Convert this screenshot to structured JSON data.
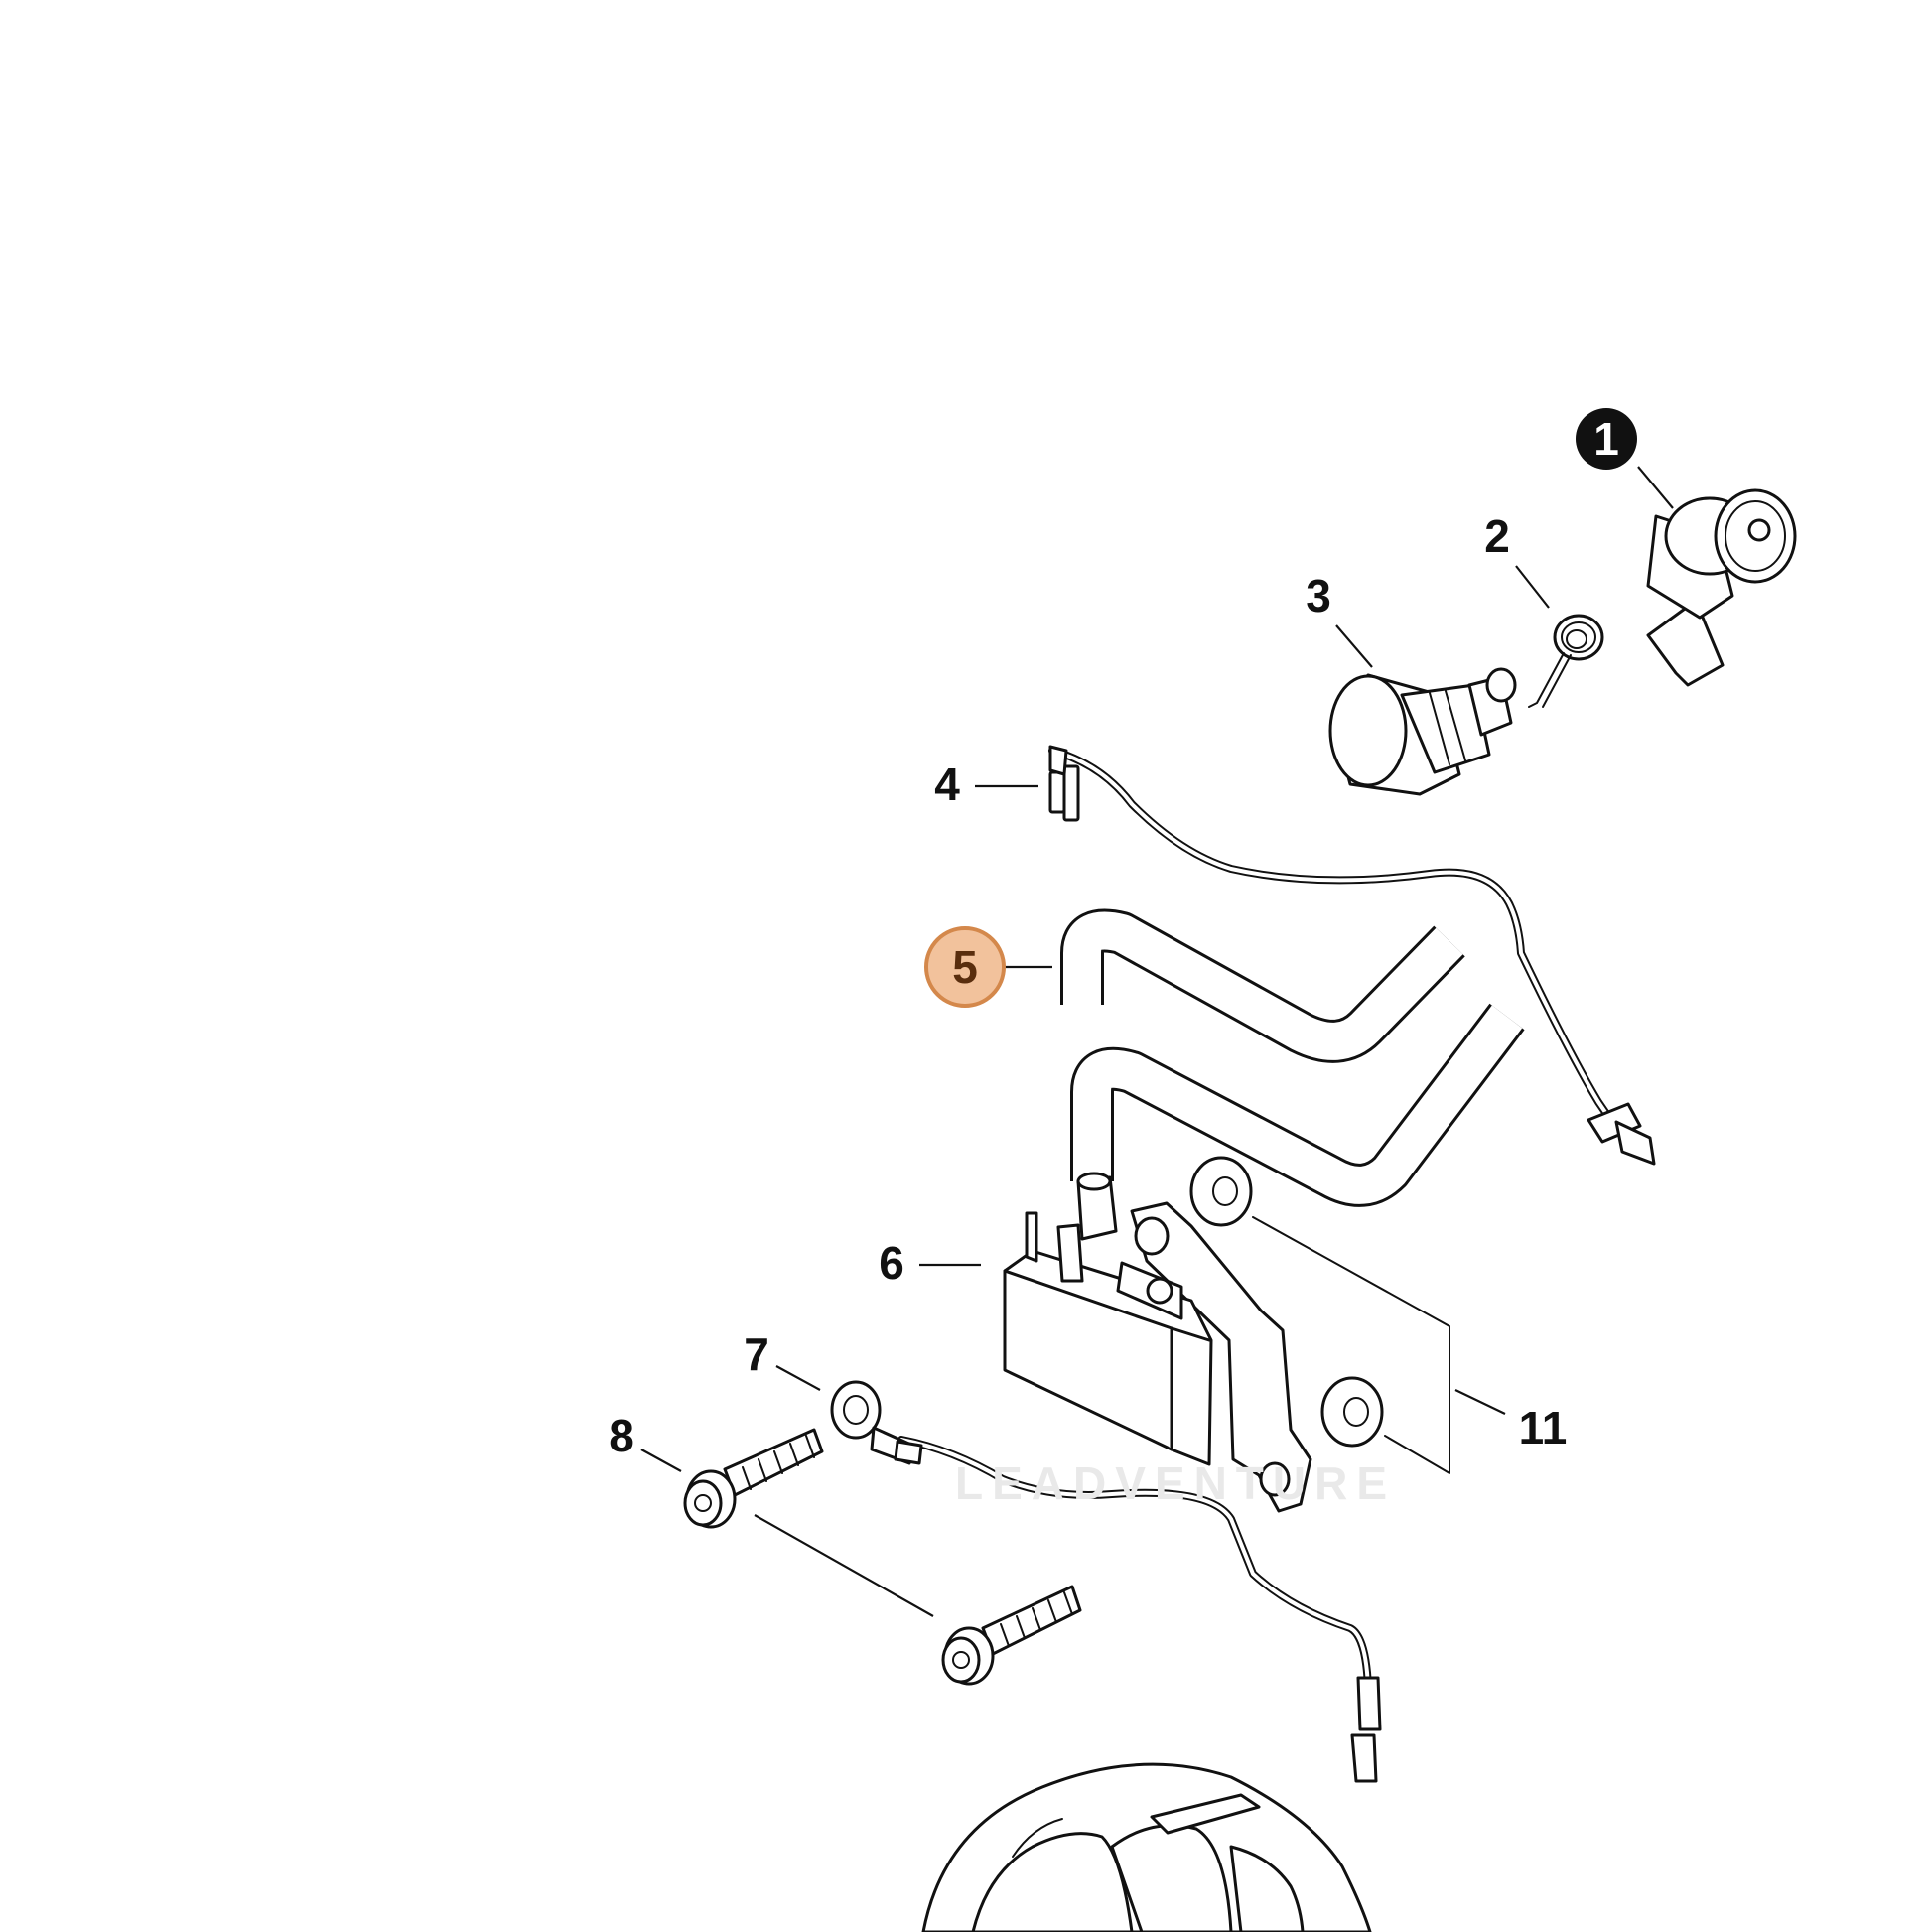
{
  "callouts": {
    "c1": "1",
    "c2": "2",
    "c3": "3",
    "c4": "4",
    "c5": "5",
    "c6": "6",
    "c7": "7",
    "c8": "8",
    "c11": "11"
  },
  "highlight": {
    "part": "5",
    "fill": "#f2c29c",
    "stroke": "#d4884b"
  },
  "watermark": {
    "text": "LEADVENTURE"
  }
}
